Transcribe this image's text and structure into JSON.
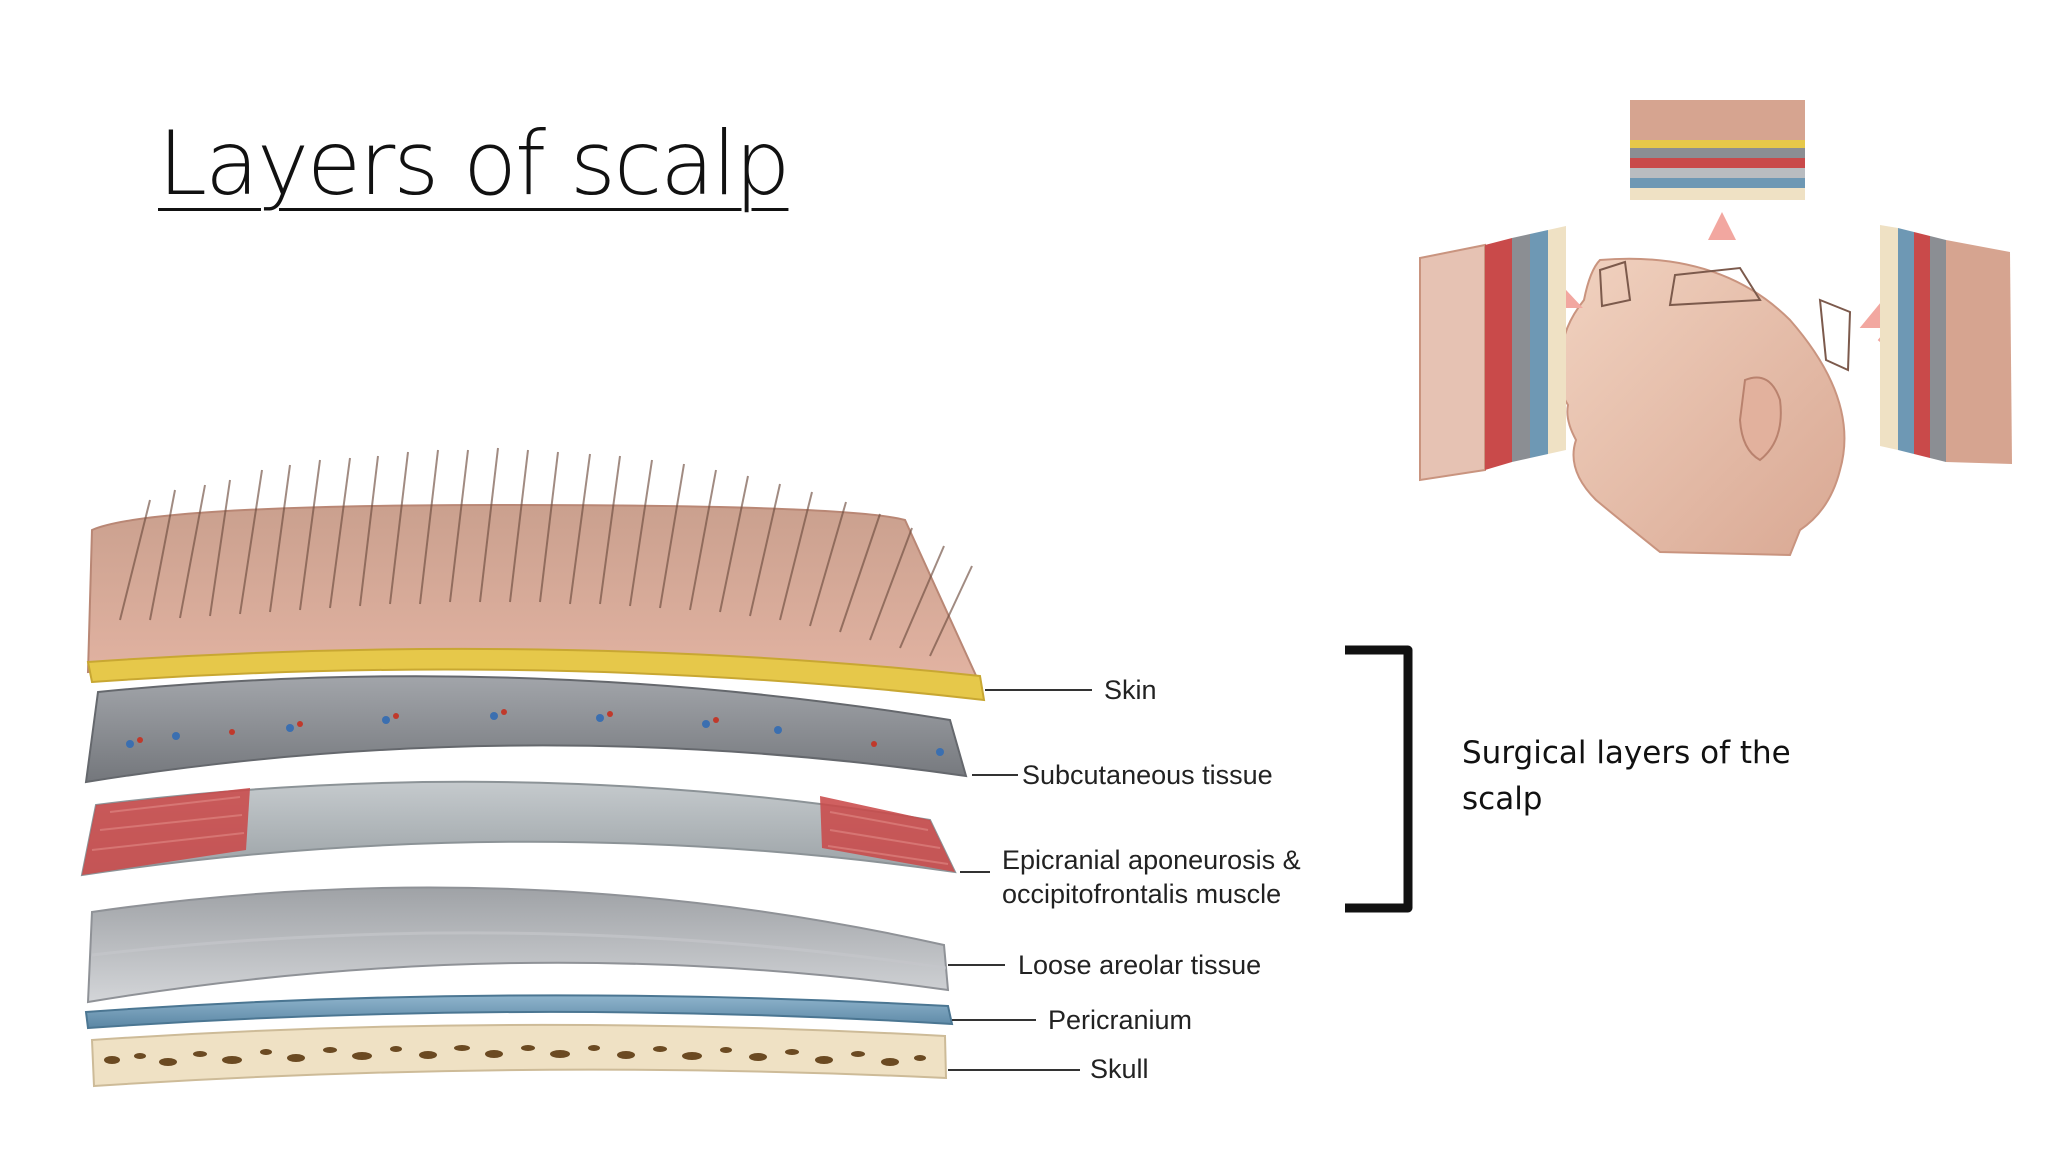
{
  "slide": {
    "title": "Layers of scalp",
    "bracket_note": "Surgical layers of the scalp"
  },
  "layers": [
    {
      "label": "Skin",
      "color": "#d6a490"
    },
    {
      "label": "Subcutaneous tissue",
      "color": "#8b8e93"
    },
    {
      "label": "Epicranial aponeurosis & occipitofrontalis muscle",
      "color": "#aab2b5"
    },
    {
      "label": "Loose areolar tissue",
      "color": "#b9bcc0"
    },
    {
      "label": "Pericranium",
      "color": "#6e98b4"
    },
    {
      "label": "Skull",
      "color": "#efe1c4"
    }
  ],
  "colors": {
    "fat": "#e6c84a",
    "muscle": "#c94a4a",
    "bracket": "#111111"
  }
}
